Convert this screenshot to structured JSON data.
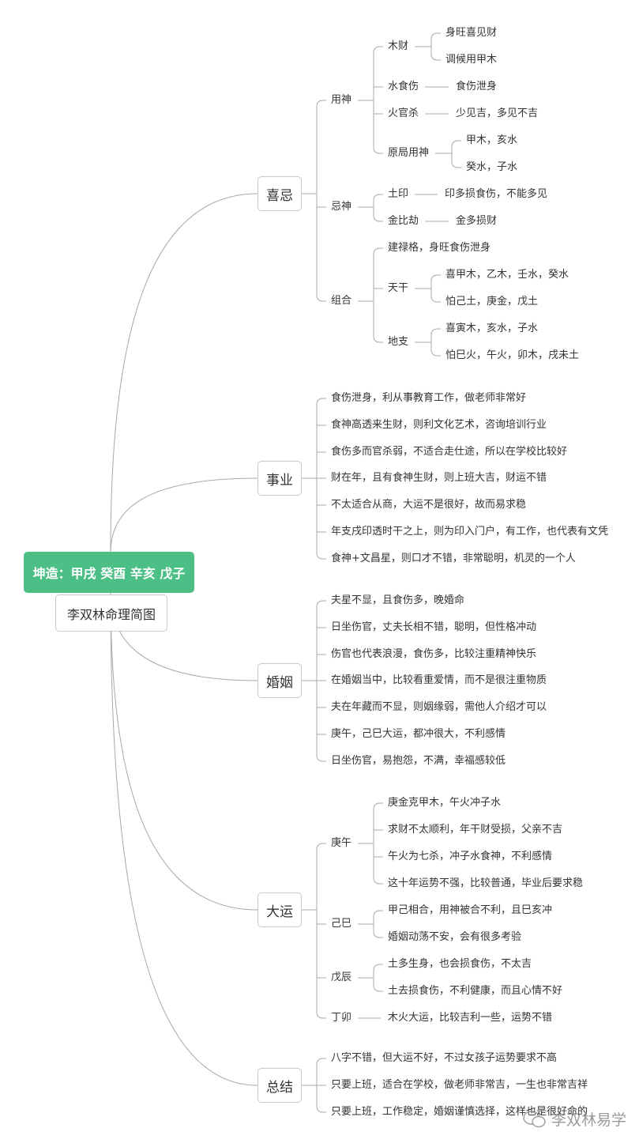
{
  "root": {
    "label": "坤造：甲戌 癸酉 辛亥 戊子",
    "subtitle": "李双林命理简图",
    "color": "#4cbf86"
  },
  "branches": [
    {
      "label": "喜忌",
      "children": [
        {
          "label": "用神",
          "children": [
            {
              "label": "木财",
              "children": [
                {
                  "label": "身旺喜见财"
                },
                {
                  "label": "调候用甲木"
                }
              ]
            },
            {
              "label": "水食伤",
              "children": [
                {
                  "label": "食伤泄身"
                }
              ]
            },
            {
              "label": "火官杀",
              "children": [
                {
                  "label": "少见吉，多见不吉"
                }
              ]
            },
            {
              "label": "原局用神",
              "children": [
                {
                  "label": "甲木，亥水"
                },
                {
                  "label": "癸水，子水"
                }
              ]
            }
          ]
        },
        {
          "label": "忌神",
          "children": [
            {
              "label": "土印",
              "children": [
                {
                  "label": "印多损食伤，不能多见"
                }
              ]
            },
            {
              "label": "金比劫",
              "children": [
                {
                  "label": "金多损财"
                }
              ]
            }
          ]
        },
        {
          "label": "组合",
          "children": [
            {
              "label": "建禄格，身旺食伤泄身"
            },
            {
              "label": "天干",
              "children": [
                {
                  "label": "喜甲木，乙木，壬水，癸水"
                },
                {
                  "label": "怕己土，庚金，戊土"
                }
              ]
            },
            {
              "label": "地支",
              "children": [
                {
                  "label": "喜寅木，亥水，子水"
                },
                {
                  "label": "怕巳火，午火，卯木，戌未土"
                }
              ]
            }
          ]
        }
      ]
    },
    {
      "label": "事业",
      "children": [
        {
          "label": "食伤泄身，利从事教育工作，做老师非常好"
        },
        {
          "label": "食神高透来生财，则利文化艺术，咨询培训行业"
        },
        {
          "label": "食伤多而官杀弱，不适合走仕途，所以在学校比较好"
        },
        {
          "label": "财在年，且有食神生财，则上班大吉，财运不错"
        },
        {
          "label": "不太适合从商，大运不是很好，故而易求稳"
        },
        {
          "label": "年支戌印透时干之上，则为印入门户，有工作，也代表有文凭"
        },
        {
          "label": "食神+文昌星，则口才不错，非常聪明，机灵的一个人"
        }
      ]
    },
    {
      "label": "婚姻",
      "children": [
        {
          "label": "夫星不显，且食伤多，晚婚命"
        },
        {
          "label": "日坐伤官，丈夫长相不错，聪明，但性格冲动"
        },
        {
          "label": "伤官也代表浪漫，食伤多，比较注重精神快乐"
        },
        {
          "label": "在婚姻当中，比较看重爱情，而不是很注重物质"
        },
        {
          "label": "夫在年藏而不显，则姻缘弱，需他人介绍才可以"
        },
        {
          "label": "庚午，己巳大运，都冲很大，不利感情"
        },
        {
          "label": "日坐伤官，易抱怨，不满，幸福感较低"
        }
      ]
    },
    {
      "label": "大运",
      "children": [
        {
          "label": "庚午",
          "children": [
            {
              "label": "庚金克甲木，午火冲子水"
            },
            {
              "label": "求财不太顺利，年干财受损，父亲不吉"
            },
            {
              "label": "午火为七杀，冲子水食神，不利感情"
            },
            {
              "label": "这十年运势不强，比较普通，毕业后要求稳"
            }
          ]
        },
        {
          "label": "己巳",
          "children": [
            {
              "label": "甲己相合，用神被合不利，且巳亥冲"
            },
            {
              "label": "婚姻动荡不安，会有很多考验"
            }
          ]
        },
        {
          "label": "戊辰",
          "children": [
            {
              "label": "土多生身，也会损食伤，不太吉"
            },
            {
              "label": "土去损食伤，不利健康，而且心情不好"
            }
          ]
        },
        {
          "label": "丁卯",
          "children": [
            {
              "label": "木火大运，比较吉利一些，运势不错"
            }
          ]
        }
      ]
    },
    {
      "label": "总结",
      "children": [
        {
          "label": "八字不错，但大运不好，不过女孩子运势要求不高"
        },
        {
          "label": "只要上班，适合在学校，做老师非常吉，一生也非常吉祥"
        },
        {
          "label": "只要上班，工作稳定，婚姻谨慎选择，这样也是很好命的"
        }
      ]
    }
  ],
  "watermark": {
    "label": "李双林易学",
    "icon": "wechat-icon"
  }
}
